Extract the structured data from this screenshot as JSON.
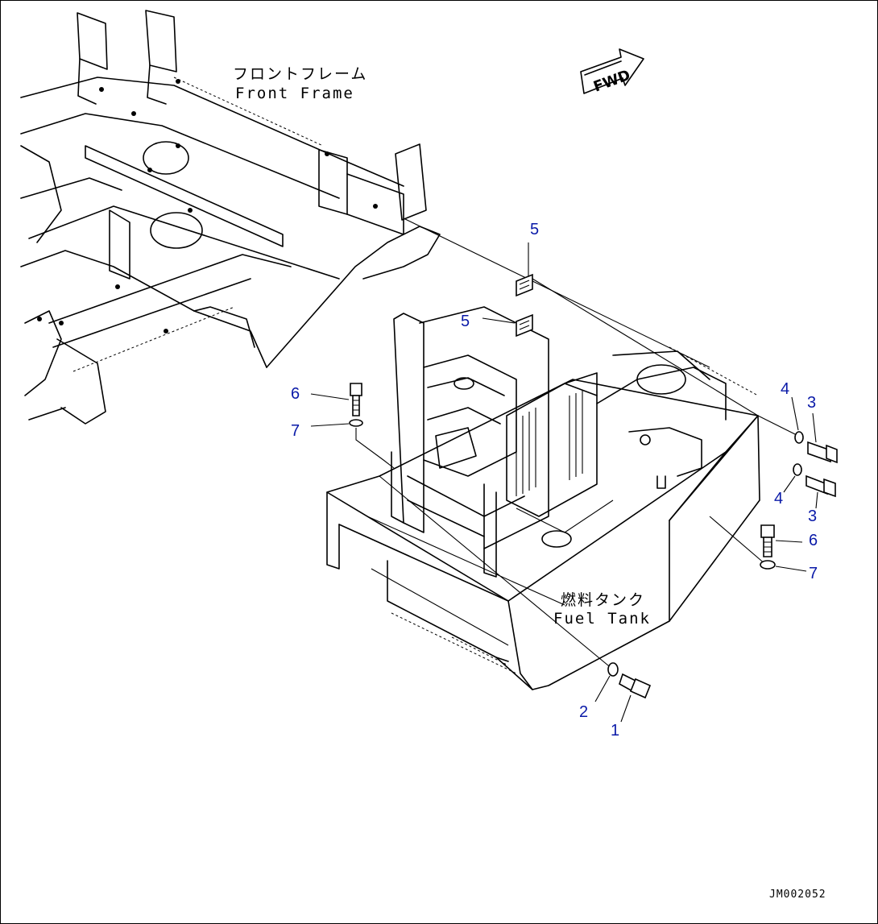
{
  "labels": {
    "front_frame_jp": "フロントフレーム",
    "front_frame_en": "Front Frame",
    "fuel_tank_jp": "燃料タンク",
    "fuel_tank_en": "Fuel Tank",
    "fwd": "FWD"
  },
  "callouts": {
    "c1": "1",
    "c2": "2",
    "c3a": "3",
    "c3b": "3",
    "c4a": "4",
    "c4b": "4",
    "c5a": "5",
    "c5b": "5",
    "c6a": "6",
    "c6b": "6",
    "c7a": "7",
    "c7b": "7"
  },
  "document_id": "JM002052",
  "colors": {
    "callout": "#0a1aa8",
    "line": "#000000"
  }
}
